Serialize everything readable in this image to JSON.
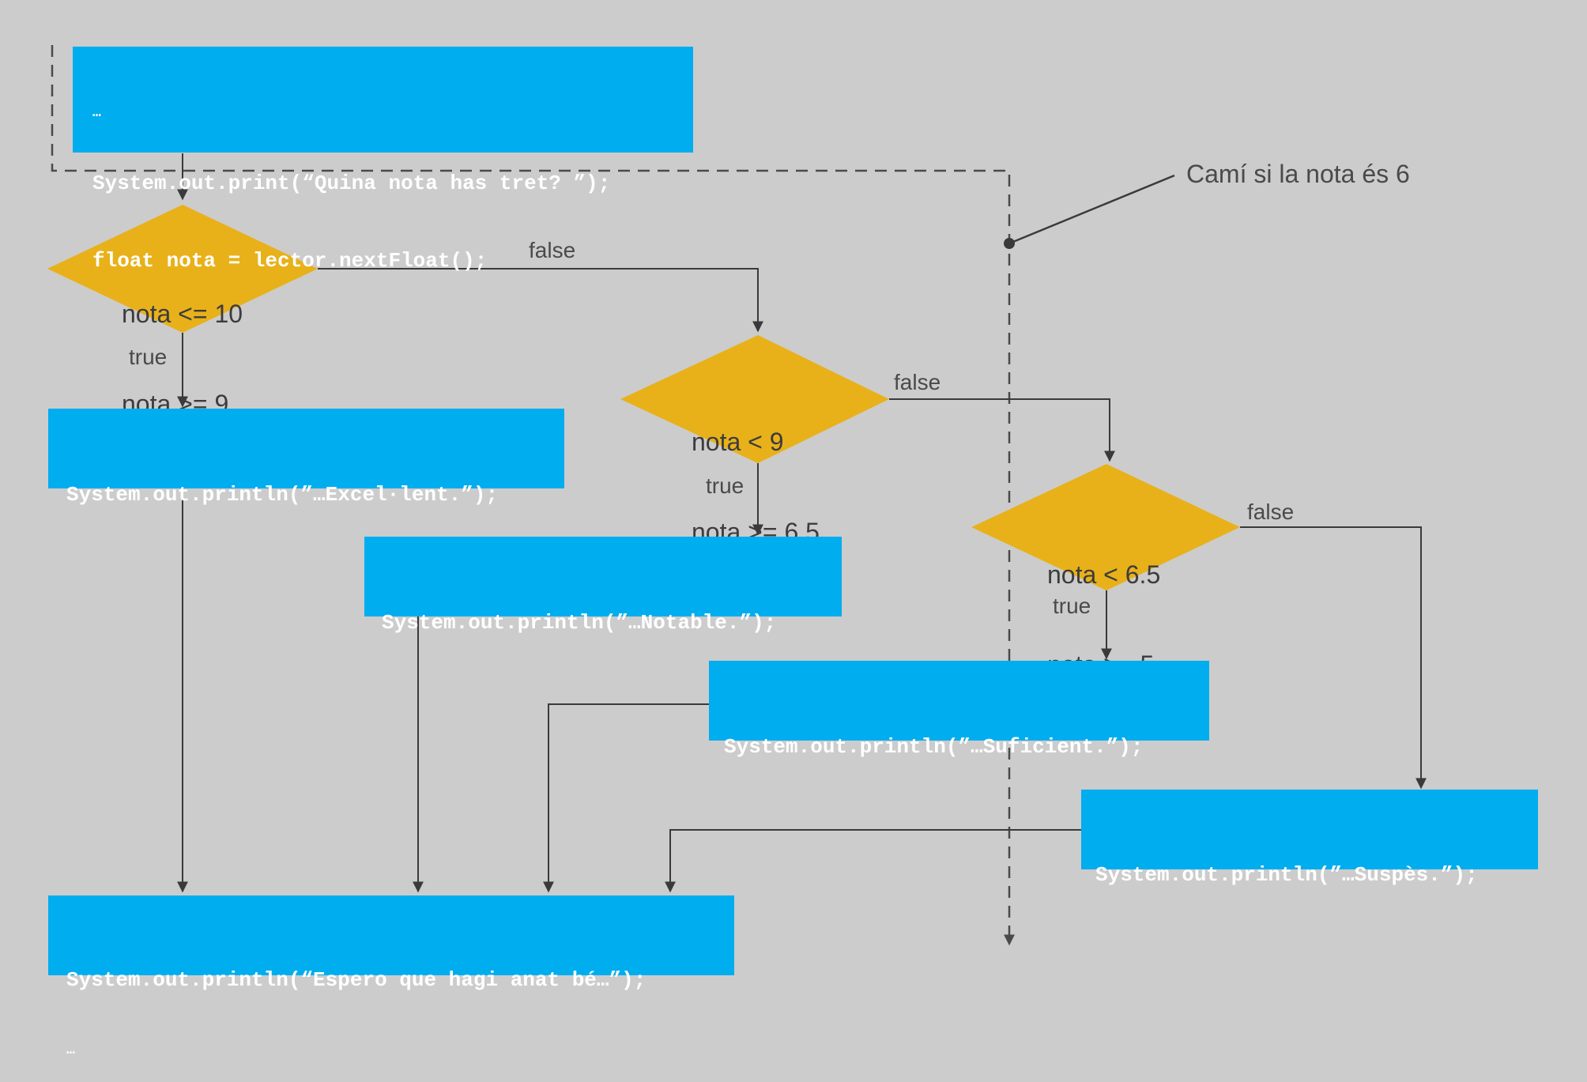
{
  "colors": {
    "background": "#cccccc",
    "process_box": "#00adef",
    "decision": "#e8b11a",
    "connector": "#3a3a3a",
    "dashed_path": "#4a4a4a"
  },
  "start_box": {
    "ellipsis": "…",
    "line1": "System.out.print(“Quina nota has tret? ”);",
    "line2": "float nota = lector.nextFloat();"
  },
  "decisions": [
    {
      "line1": "nota <= 10",
      "line2": "nota >= 9"
    },
    {
      "line1": "nota < 9",
      "line2": "nota >= 6.5"
    },
    {
      "line1": "nota < 6.5",
      "line2": "nota >= 5"
    }
  ],
  "outputs": {
    "excellent": "System.out.println(”…Excel·lent.”);",
    "notable": "System.out.println(”…Notable.”);",
    "suficient": "System.out.println(”…Suficient.”);",
    "suspes": "System.out.println(”…Suspès.”);"
  },
  "end_box": {
    "line1": "System.out.println(“Espero que hagi anat bé…”);",
    "ellipsis": "…"
  },
  "edge_labels": {
    "false_1": "false",
    "true_1": "true",
    "false_2": "false",
    "true_2": "true",
    "false_3": "false",
    "true_3": "true"
  },
  "annotation": "Camí si la nota és 6"
}
